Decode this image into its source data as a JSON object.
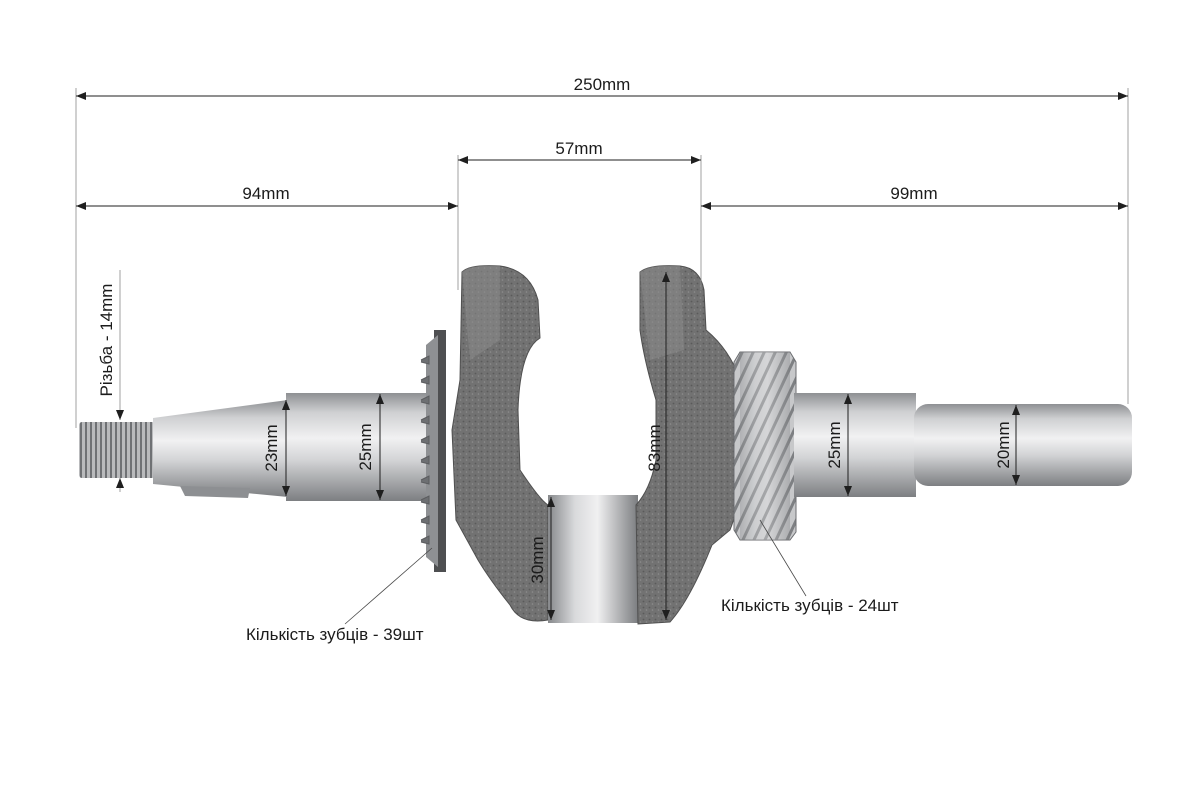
{
  "dimensions": {
    "total_length": "250mm",
    "left_section": "94mm",
    "crank_width": "57mm",
    "right_section": "99mm",
    "thread": "Різьба - 14mm",
    "taper_diameter": "23mm",
    "left_journal_diameter": "25mm",
    "crankpin_diameter": "30mm",
    "web_height": "83mm",
    "right_journal_diameter": "25mm",
    "output_shaft_diameter": "20mm"
  },
  "callouts": {
    "left_gear_teeth": "Кількість зубців - 39шт",
    "right_gear_teeth": "Кількість зубців - 24шт"
  },
  "colors": {
    "background": "#ffffff",
    "steel": "#c4c5c7",
    "cast_iron": "#6c6c6c",
    "dimension_lines": "#1f1f1f"
  }
}
